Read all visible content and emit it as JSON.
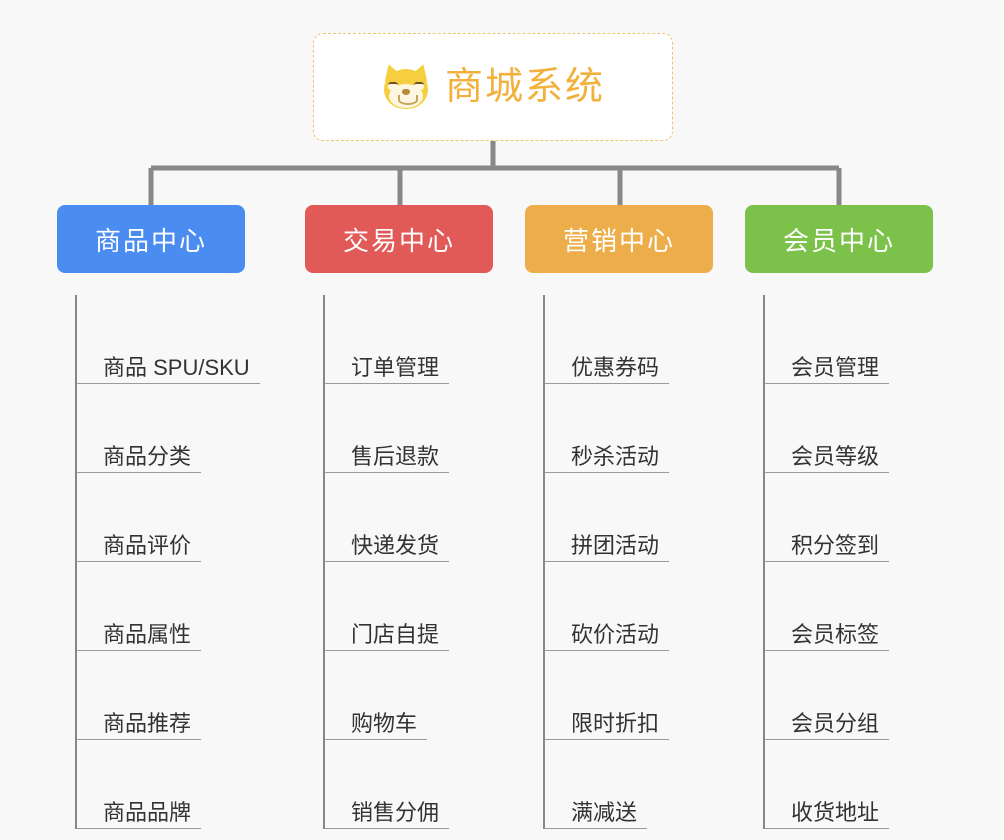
{
  "background_color": "#f8f8f8",
  "root": {
    "title": "商城系统",
    "icon": "dog-face-emoji",
    "border_color": "#f0c36d",
    "text_color": "#f2b13c"
  },
  "branches": [
    {
      "title": "商品中心",
      "color": "#4a8cf0",
      "leaves": [
        "商品 SPU/SKU",
        "商品分类",
        "商品评价",
        "商品属性",
        "商品推荐",
        "商品品牌"
      ]
    },
    {
      "title": "交易中心",
      "color": "#e25a57",
      "leaves": [
        "订单管理",
        "售后退款",
        "快递发货",
        "门店自提",
        "购物车",
        "销售分佣"
      ]
    },
    {
      "title": "营销中心",
      "color": "#eead4b",
      "leaves": [
        "优惠券码",
        "秒杀活动",
        "拼团活动",
        "砍价活动",
        "限时折扣",
        "满减送"
      ]
    },
    {
      "title": "会员中心",
      "color": "#7cc24a",
      "leaves": [
        "会员管理",
        "会员等级",
        "积分签到",
        "会员标签",
        "会员分组",
        "收货地址"
      ]
    }
  ],
  "connector_color": "#888888"
}
